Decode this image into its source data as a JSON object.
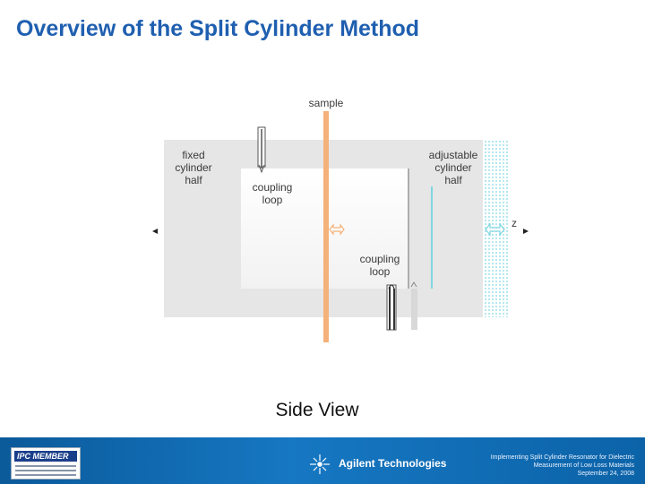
{
  "slide": {
    "title": "Overview of the Split Cylinder Method",
    "caption": "Side View"
  },
  "diagram": {
    "labels": {
      "sample": "sample",
      "fixed_half": "fixed\ncylinder\nhalf",
      "adjustable_half": "adjustable\ncylinder\nhalf",
      "coupling_loop_top": "coupling\nloop",
      "coupling_loop_bottom": "coupling\nloop",
      "z_axis": "z"
    },
    "colors": {
      "cylinder_gray": "#e6e6e6",
      "sample_orange": "#f4b17a",
      "adjustable_blue": "#7fd6e0"
    }
  },
  "footer": {
    "badge_title": "IPC MEMBER",
    "brand": "Agilent Technologies",
    "footnote_lines": [
      "Implementing Split Cylinder Resonator for Dielectric",
      "Measurement of Low Loss Materials",
      "September 24, 2008"
    ],
    "colors": {
      "band": "#1677c2"
    }
  }
}
